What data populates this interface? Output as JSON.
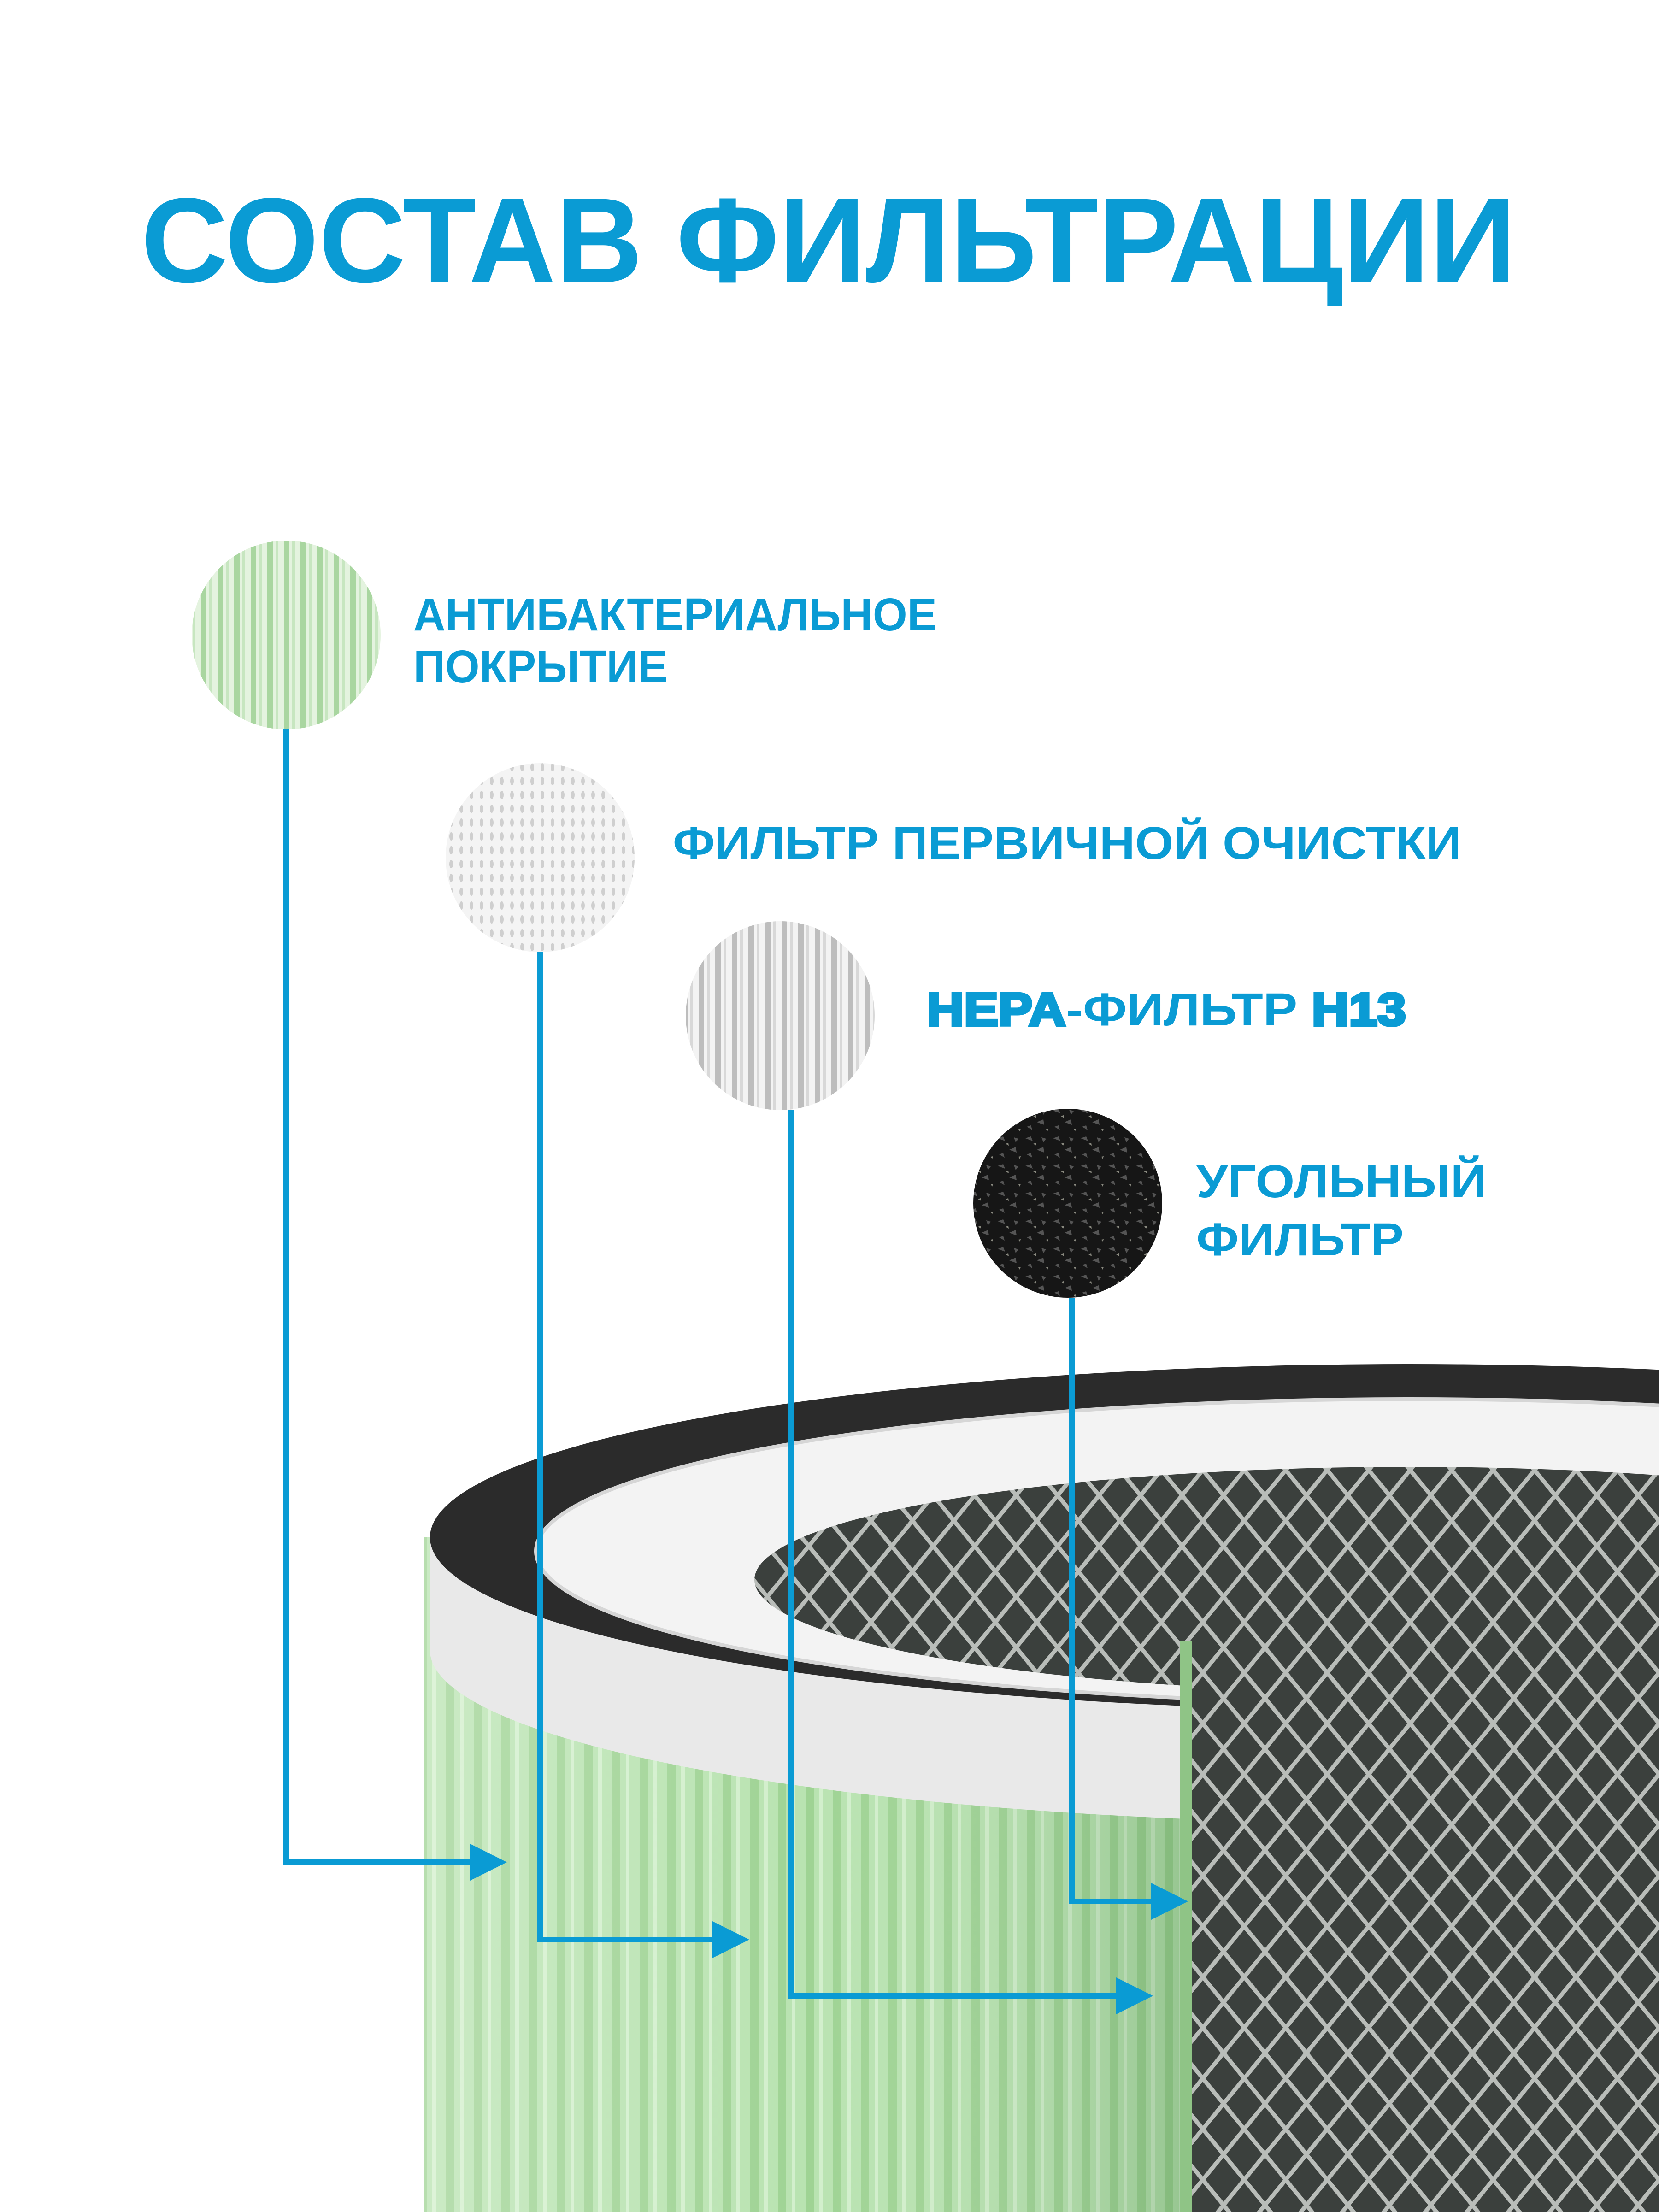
{
  "title": "СОСТАВ ФИЛЬТРАЦИИ",
  "accent_color": "#0a9bd4",
  "layers": [
    {
      "name": "antibacterial-coating",
      "lines": [
        "АНТИБАКТЕРИАЛЬНОЕ",
        "ПОКРЫТИЕ"
      ],
      "swatch": "green-pleated"
    },
    {
      "name": "pre-filter",
      "lines": [
        "ФИЛЬТР ПЕРВИЧНОЙ ОЧИСТКИ"
      ],
      "swatch": "white-mesh"
    },
    {
      "name": "hepa-filter",
      "parts": [
        "HEPA",
        "-ФИЛЬТР ",
        "H13"
      ],
      "swatch": "grey-pleated"
    },
    {
      "name": "carbon-filter",
      "lines": [
        "УГОЛЬНЫЙ",
        "ФИЛЬТР"
      ],
      "swatch": "activated-carbon"
    }
  ]
}
